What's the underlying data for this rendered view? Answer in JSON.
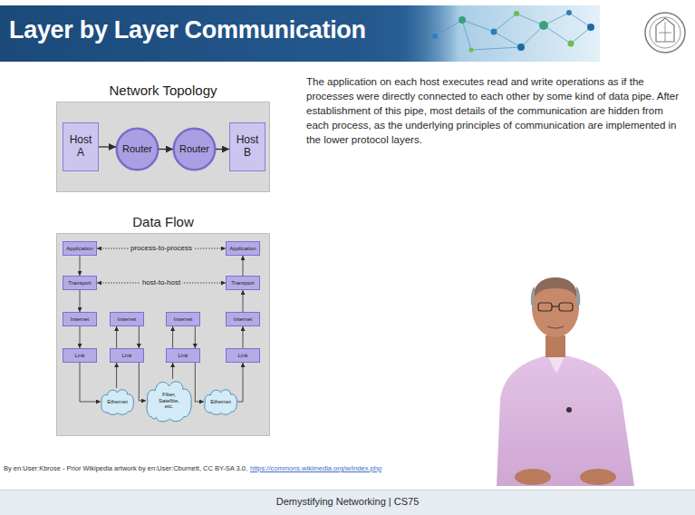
{
  "diagram": {
    "title": "Layer by Layer Communication",
    "nodes": [
      {
        "text": [
          "Network Topology"
        ]
      },
      {
        "text": [
          "Host A"
        ],
        "in": 0
      },
      {
        "text": [
          "Router"
        ],
        "in": 0
      },
      {
        "text": [
          "Router"
        ],
        "in": 0
      },
      {
        "text": [
          "Host B"
        ],
        "in": 0
      },
      {
        "text": [
          "Data Flow"
        ]
      },
      {
        "text": [
          "Application"
        ],
        "in": 5
      },
      {
        "text": [
          "Transport"
        ],
        "in": 5
      },
      {
        "text": [
          "Internet"
        ],
        "in": 5
      },
      {
        "text": [
          "Link"
        ],
        "in": 5
      },
      {
        "text": [
          "Internet"
        ],
        "in": 5
      },
      {
        "text": [
          "Link"
        ],
        "in": 5
      },
      {
        "text": [
          "Internet"
        ],
        "in": 5
      },
      {
        "text": [
          "Link"
        ],
        "in": 5
      },
      {
        "text": [
          "Application"
        ],
        "in": 5
      },
      {
        "text": [
          "Transport"
        ],
        "in": 5
      },
      {
        "text": [
          "Internet"
        ],
        "in": 5
      },
      {
        "text": [
          "Link"
        ],
        "in": 5
      },
      {
        "text": [
          "Ethernet"
        ],
        "in": 5
      },
      {
        "text": [
          "Fiber, Satellite, etc."
        ],
        "in": 5
      },
      {
        "text": [
          "Ethernet"
        ],
        "in": 5
      }
    ],
    "edges": [
      {
        "from": 1,
        "to": 2,
        "arrow": "to"
      },
      {
        "from": 2,
        "to": 3,
        "arrow": "to"
      },
      {
        "from": 3,
        "to": 4,
        "arrow": "to"
      },
      {
        "from": 6,
        "to": 14,
        "label": "process-to-process",
        "arrow": "both"
      },
      {
        "from": 7,
        "to": 15,
        "label": "host-to-host",
        "arrow": "both"
      },
      {
        "from": 6,
        "to": 7,
        "arrow": "to"
      },
      {
        "from": 7,
        "to": 8,
        "arrow": "to"
      },
      {
        "from": 8,
        "to": 9,
        "arrow": "to"
      },
      {
        "from": 9,
        "to": 18,
        "arrow": "to"
      },
      {
        "from": 18,
        "to": 11,
        "arrow": "to"
      },
      {
        "from": 11,
        "to": 10,
        "arrow": "to"
      },
      {
        "from": 10,
        "to": 11,
        "arrow": "to"
      },
      {
        "from": 11,
        "to": 19,
        "arrow": "to"
      },
      {
        "from": 19,
        "to": 13,
        "arrow": "to"
      },
      {
        "from": 13,
        "to": 12,
        "arrow": "to"
      },
      {
        "from": 12,
        "to": 13,
        "arrow": "to"
      },
      {
        "from": 13,
        "to": 20,
        "arrow": "to"
      },
      {
        "from": 20,
        "to": 17,
        "arrow": "to"
      },
      {
        "from": 17,
        "to": 16,
        "arrow": "to"
      },
      {
        "from": 16,
        "to": 15,
        "arrow": "to"
      },
      {
        "from": 15,
        "to": 14,
        "arrow": "to"
      }
    ],
    "labels": [
      "The application on each host executes read and write operations as if the processes were directly connected to each other by some kind of data pipe. After establishment of this pipe, most details of the communication are hidden from each process, as the underlying principles of communication are implemented in the lower protocol layers.",
      "By en:User:Kbrose - Prior Wikipedia artwork by en:User:Cburnett, CC BY-SA 3.0,",
      "https://commons.wikimedia.org/w/index.php",
      "Demystifying Networking | CS75"
    ]
  }
}
